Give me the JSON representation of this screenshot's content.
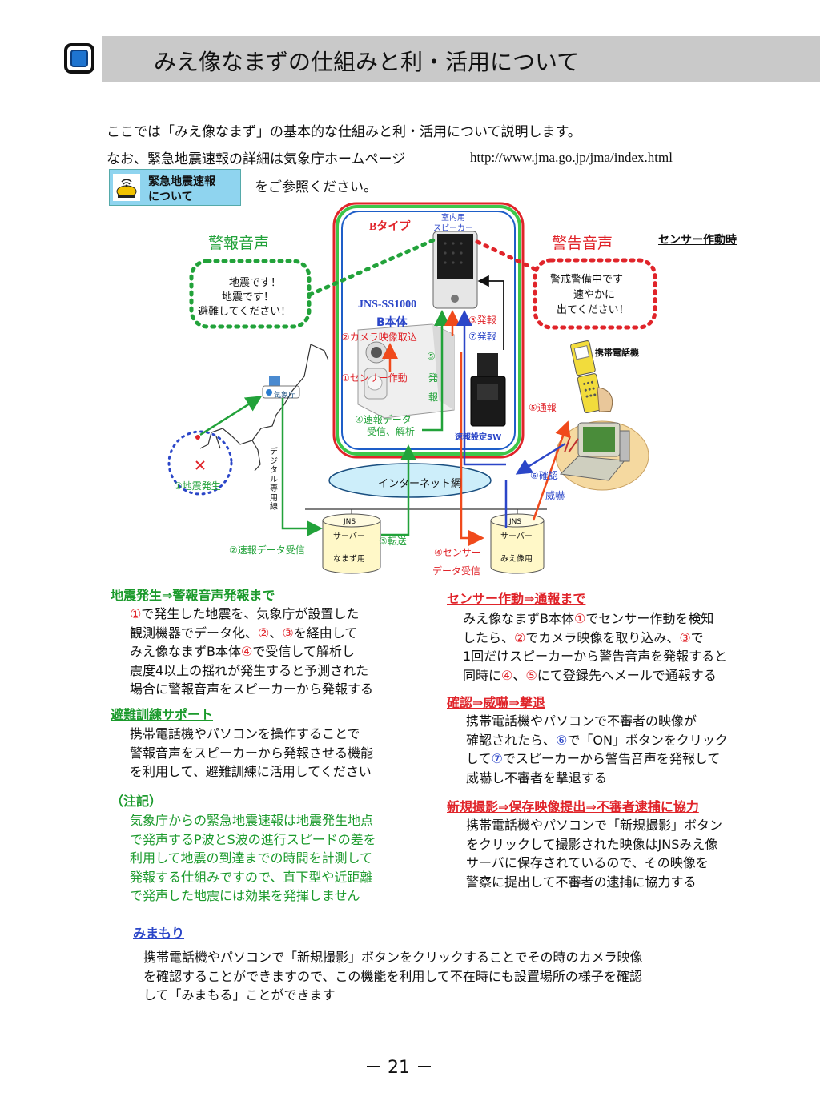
{
  "header": {
    "title": "みえ像なまずの仕組みと利・活用について"
  },
  "intro": {
    "line1": "ここでは「みえ像なまず」の基本的な仕組みと利・活用について説明します。",
    "line2": "なお、緊急地震速報の詳細は気象庁ホームページ",
    "url": "http://www.jma.go.jp/jma/index.html",
    "badge_line1": "緊急地震速報",
    "badge_line2": "について",
    "line3": "をご参照ください。"
  },
  "diagram": {
    "type_label": "Bタイプ",
    "speaker_label_1": "室内用",
    "speaker_label_2": "スピーカー",
    "alarm_voice_label": "警報音声",
    "warning_voice_label": "警告音声",
    "sensor_trigger_label": "センサー作動時",
    "alarm_bubble": [
      "地震です！",
      "地震です！",
      "避難してください！"
    ],
    "warning_bubble": [
      "警戒警備中です",
      "速やかに",
      "出てください！"
    ],
    "device_model": "JNS-SS1000",
    "device_body": "B本体",
    "step_camera": "②カメラ映像取込",
    "step_sensor": "①センサー作動",
    "step_alarm5_num": "⑤",
    "step_alarm5_a": "発",
    "step_alarm5_b": "報",
    "step_data_1": "④速報データ",
    "step_data_2": "受信、解析",
    "step_alarm3": "③発報",
    "step_alarm7": "⑦発報",
    "notify_switch": "速報設定SW",
    "mobile_label": "携帯電話機",
    "step_notify": "⑤通報",
    "step_confirm": "⑥確認",
    "step_intimidate": "威嚇",
    "jma_label": "気象庁",
    "quake_label": "①地震発生",
    "digital_line": [
      "デ",
      "ジ",
      "タ",
      "ル",
      "専",
      "用",
      "線"
    ],
    "internet_label": "インターネット網",
    "server1": [
      "JNS",
      "サーバー",
      "なまず用"
    ],
    "server2": [
      "JNS",
      "サーバー",
      "みえ像用"
    ],
    "step_transfer": "③転送",
    "step_receive": "②速報データ受信",
    "step_sensor_data_1": "④センサー",
    "step_sensor_data_2": "データ受信"
  },
  "sections": {
    "left1_title": "地震発生⇒警報音声発報まで",
    "left1_lines": [
      [
        "①",
        "で発生した地震を、気象庁が設置した"
      ],
      [
        "",
        "観測機器でデータ化、"
      ],
      [
        "",
        "みえ像なまずB本体"
      ],
      [
        "",
        "震度4以上の揺れが発生すると予測された"
      ],
      [
        "",
        "場合に警報音声をスピーカーから発報する"
      ]
    ],
    "left1_l2_nums": [
      "②",
      "、",
      "③",
      "を経由して"
    ],
    "left1_l3_nums": [
      "④",
      "で受信して解析し"
    ],
    "left2_title": "避難訓練サポート",
    "left2_lines": [
      "携帯電話機やパソコンを操作することで",
      "警報音声をスピーカーから発報させる機能",
      "を利用して、避難訓練に活用してください"
    ],
    "left3_title": "（注記）",
    "left3_lines": [
      "気象庁からの緊急地震速報は地震発生地点",
      "で発声するP波とS波の進行スピードの差を",
      "利用して地震の到達までの時間を計測して",
      "発報する仕組みですので、直下型や近距離",
      "で発声した地震には効果を発揮しません"
    ],
    "right1_title": "センサー作動⇒通報まで",
    "right1": {
      "a1": "みえ像なまずB本体",
      "a2": "①",
      "a3": "でセンサー作動を検知",
      "b1": "したら、",
      "b2": "②",
      "b3": "でカメラ映像を取り込み、",
      "b4": "③",
      "b5": "で",
      "c1": "1回だけスピーカーから警告音声を発報すると",
      "d1": "同時に",
      "d2": "④",
      "d3": "、",
      "d4": "⑤",
      "d5": "にて登録先へメールで通報する"
    },
    "right2_title": "確認⇒威嚇⇒撃退",
    "right2": {
      "a1": "携帯電話機やパソコンで不審者の映像が",
      "b1": "確認されたら、",
      "b2": "⑥",
      "b3": "で「ON」ボタンをクリック",
      "c1": "して",
      "c2": "⑦",
      "c3": "でスピーカーから警告音声を発報して",
      "d1": "威嚇し不審者を撃退する"
    },
    "right3_title": "新規撮影⇒保存映像提出⇒不審者逮捕に協力",
    "right3_lines": [
      "携帯電話機やパソコンで「新規撮影」ボタン",
      "をクリックして撮影された映像はJNSみえ像",
      "サーバに保存されているので、その映像を",
      "警察に提出して不審者の逮捕に協力する"
    ],
    "bottom_title": "みまもり",
    "bottom_lines": [
      "携帯電話機やパソコンで「新規撮影」ボタンをクリックすることでその時のカメラ映像",
      "を確認することができますので、この機能を利用して不在時にも設置場所の様子を確認",
      "して「みまもる」ことができます"
    ]
  },
  "footer": {
    "page": "－ 21 －"
  },
  "colors": {
    "green": "#22a23a",
    "red": "#e0242a",
    "blue": "#2b46c8",
    "orange": "#f04a1c",
    "header_bar": "#c9c9c9",
    "badge": "#8fd4ef",
    "internet": "#cdeefa"
  }
}
